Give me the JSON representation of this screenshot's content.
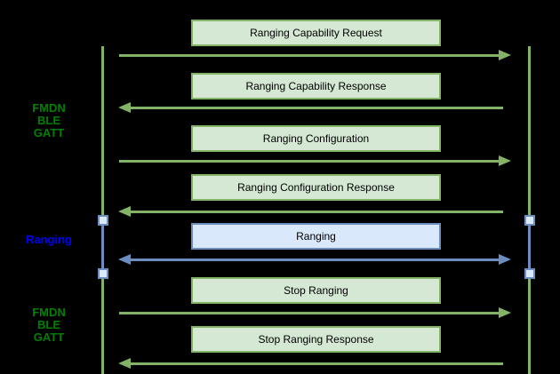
{
  "diagram": {
    "type": "sequence-diagram",
    "background": "#000000",
    "colors": {
      "green_fill": "#d5e8d4",
      "green_stroke": "#82b366",
      "blue_fill": "#dae8fc",
      "blue_stroke": "#6c8ebf",
      "side_label_green": "#008000",
      "side_label_blue": "#0000FF",
      "box_text": "#000000"
    },
    "side_labels": [
      {
        "text_lines": [
          "FMDN",
          "BLE",
          "GATT"
        ],
        "color": "#008000"
      },
      {
        "text_lines": [
          "Ranging"
        ],
        "color": "#0000FF"
      },
      {
        "text_lines": [
          "FMDN",
          "BLE",
          "GATT"
        ],
        "color": "#008000"
      }
    ],
    "messages": [
      {
        "label": "Ranging Capability Request",
        "direction": "right",
        "theme": "green"
      },
      {
        "label": "Ranging Capability Response",
        "direction": "left",
        "theme": "green"
      },
      {
        "label": "Ranging Configuration",
        "direction": "right",
        "theme": "green"
      },
      {
        "label": "Ranging Configuration Response",
        "direction": "left",
        "theme": "green"
      },
      {
        "label": "Ranging",
        "direction": "both",
        "theme": "blue"
      },
      {
        "label": "Stop Ranging",
        "direction": "right",
        "theme": "green"
      },
      {
        "label": "Stop Ranging Response",
        "direction": "left",
        "theme": "green"
      }
    ]
  }
}
